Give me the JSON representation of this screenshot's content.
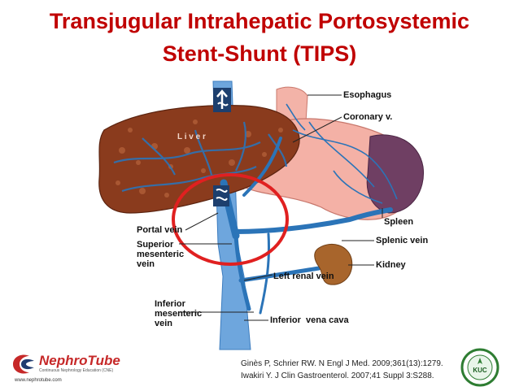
{
  "title": {
    "line1": "Transjugular Intrahepatic Portosystemic",
    "line2": "Stent-Shunt (TIPS)"
  },
  "labels": {
    "esophagus": "Esophagus",
    "coronary": "Coronary v.",
    "liver": "L i v e r",
    "portal_vein": "Portal vein",
    "superior_mesenteric_1": "Superior",
    "superior_mesenteric_2": "mesenteric",
    "superior_mesenteric_3": "vein",
    "spleen": "Spleen",
    "splenic_vein": "Splenic vein",
    "kidney": "Kidney",
    "left_renal_vein": "Left renal vein",
    "inferior_mesenteric_1": "Inferior",
    "inferior_mesenteric_2": "mesenteric",
    "inferior_mesenteric_3": "vein",
    "inferior_vena_cava": "Inferior  vena cava"
  },
  "references": [
    "Ginès P, Schrier RW. N Engl J Med. 2009;361(13):1279.",
    "Iwakiri Y. J Clin Gastroenterol. 2007;41 Suppl 3:S288."
  ],
  "logos": {
    "left_name": "NephroTube",
    "left_tagline": "Continuous Nephrology Education (CNE)",
    "left_url": "www.nephrotube.com",
    "right_initials": "KUC"
  },
  "colors": {
    "title": "#c00000",
    "liver": "#8b3a1e",
    "veins": "#2b74b8",
    "highlight_circle": "#e02020",
    "stomach": "#f2a9a0",
    "spleen": "#6b3d5e",
    "kidney": "#a0622d"
  }
}
